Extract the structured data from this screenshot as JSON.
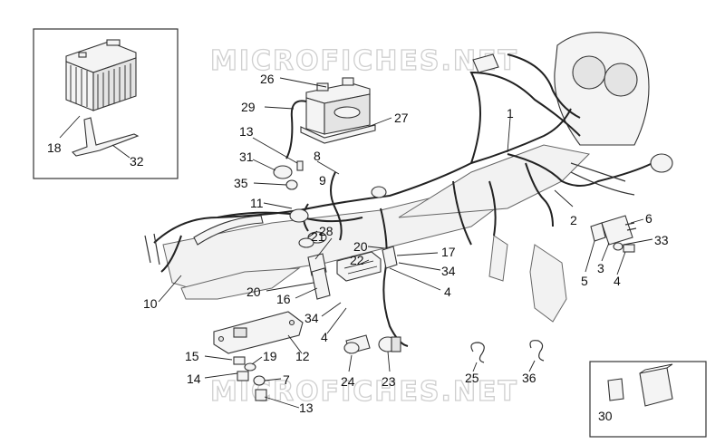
{
  "watermark": {
    "top": "MICROFICHES.NET",
    "bottom": "MICROFICHES.NET"
  },
  "callouts": [
    {
      "id": "c26",
      "text": "26"
    },
    {
      "id": "c29",
      "text": "29"
    },
    {
      "id": "c27",
      "text": "27"
    },
    {
      "id": "c13a",
      "text": "13"
    },
    {
      "id": "c31",
      "text": "31"
    },
    {
      "id": "c35",
      "text": "35"
    },
    {
      "id": "c8",
      "text": "8"
    },
    {
      "id": "c9",
      "text": "9"
    },
    {
      "id": "c1",
      "text": "1"
    },
    {
      "id": "c11",
      "text": "11"
    },
    {
      "id": "c28",
      "text": "28"
    },
    {
      "id": "c21",
      "text": "21"
    },
    {
      "id": "c20a",
      "text": "20"
    },
    {
      "id": "c17",
      "text": "17"
    },
    {
      "id": "c22",
      "text": "22"
    },
    {
      "id": "c34a",
      "text": "34"
    },
    {
      "id": "c4a",
      "text": "4"
    },
    {
      "id": "c20b",
      "text": "20"
    },
    {
      "id": "c16",
      "text": "16"
    },
    {
      "id": "c34b",
      "text": "34"
    },
    {
      "id": "c4b",
      "text": "4"
    },
    {
      "id": "c10",
      "text": "10"
    },
    {
      "id": "c12",
      "text": "12"
    },
    {
      "id": "c15",
      "text": "15"
    },
    {
      "id": "c19",
      "text": "19"
    },
    {
      "id": "c14",
      "text": "14"
    },
    {
      "id": "c7",
      "text": "7"
    },
    {
      "id": "c13b",
      "text": "13"
    },
    {
      "id": "c24",
      "text": "24"
    },
    {
      "id": "c23",
      "text": "23"
    },
    {
      "id": "c25",
      "text": "25"
    },
    {
      "id": "c36",
      "text": "36"
    },
    {
      "id": "c2",
      "text": "2"
    },
    {
      "id": "c6",
      "text": "6"
    },
    {
      "id": "c33",
      "text": "33"
    },
    {
      "id": "c3",
      "text": "3"
    },
    {
      "id": "c5",
      "text": "5"
    },
    {
      "id": "c4c",
      "text": "4"
    },
    {
      "id": "c18",
      "text": "18"
    },
    {
      "id": "c32",
      "text": "32"
    },
    {
      "id": "c30",
      "text": "30"
    }
  ]
}
